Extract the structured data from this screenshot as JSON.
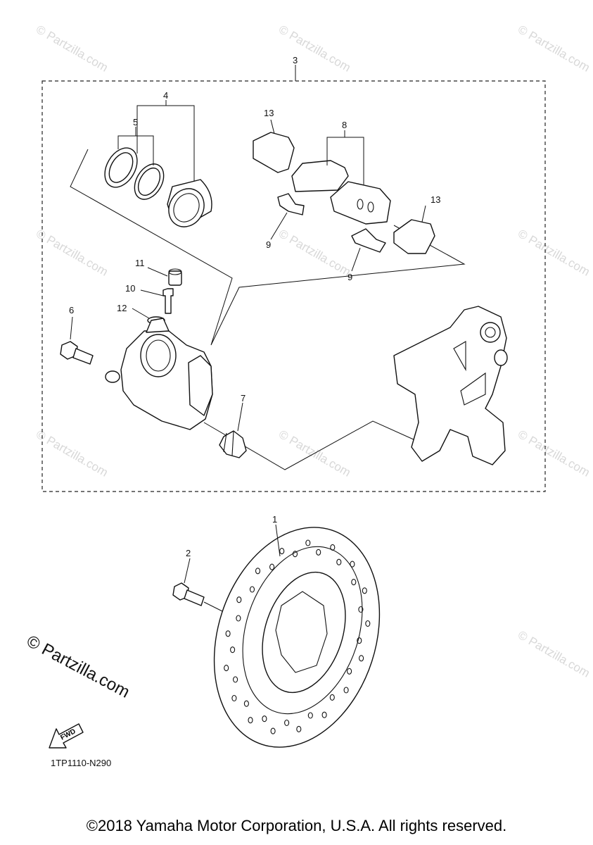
{
  "diagram": {
    "code": "1TP1110-N290",
    "copyright": "©2018 Yamaha Motor Corporation, U.S.A. All rights reserved.",
    "brand_watermark": "© Partzilla.com",
    "faint_watermark": "© Partzilla.com",
    "fwd_label": "FWD",
    "callouts": {
      "c1": "1",
      "c2": "2",
      "c3": "3",
      "c4": "4",
      "c5": "5",
      "c6": "6",
      "c7": "7",
      "c8": "8",
      "c9a": "9",
      "c9b": "9",
      "c10": "10",
      "c11": "11",
      "c12": "12",
      "c13a": "13",
      "c13b": "13"
    }
  }
}
